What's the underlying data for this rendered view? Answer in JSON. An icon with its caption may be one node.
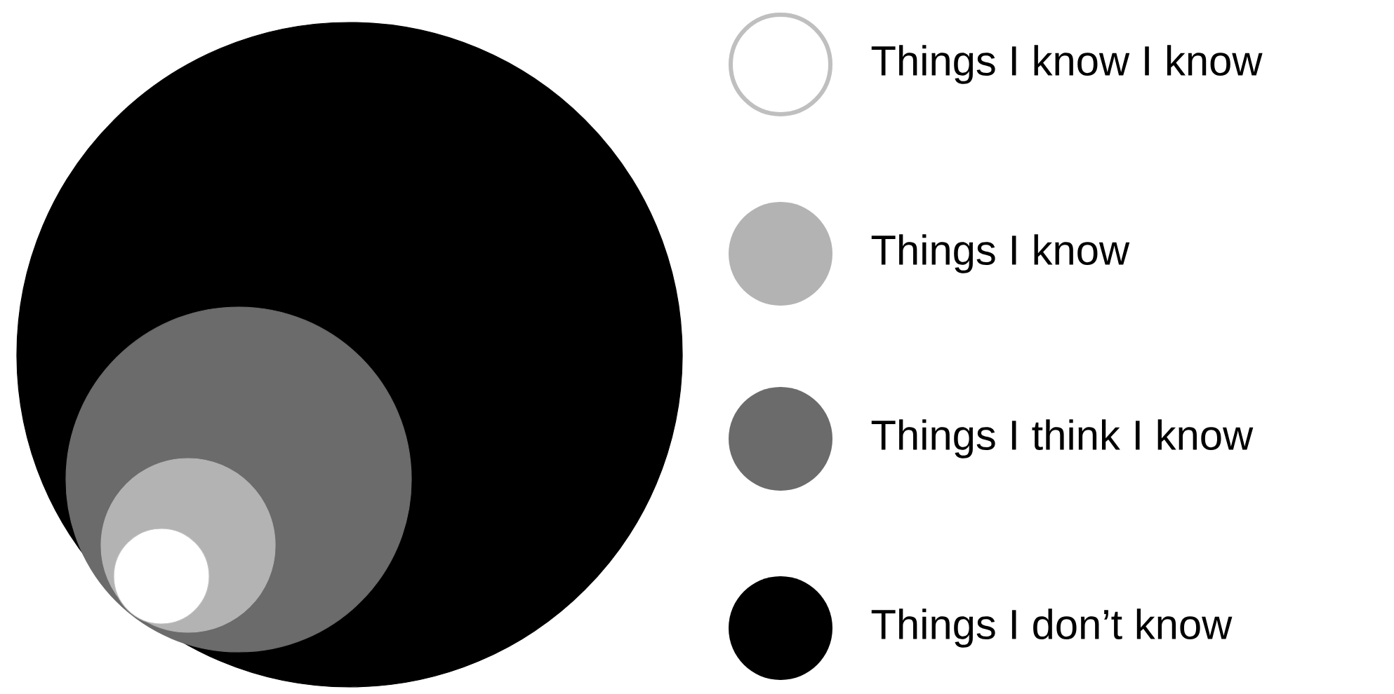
{
  "diagram": {
    "nodes": [
      {
        "text": [],
        "shape": "circle"
      },
      {
        "text": [],
        "shape": "circle",
        "in": 0
      },
      {
        "text": [],
        "shape": "circle",
        "in": 1
      },
      {
        "text": [],
        "shape": "circle",
        "in": 2
      }
    ],
    "legend": [
      {
        "text": "Things I know I know"
      },
      {
        "text": "Things I know",
        "color": "#b3b3b3"
      },
      {
        "text": "Things I think I know",
        "color": "#6b6b6b"
      },
      {
        "text": "Things I don’t know",
        "color": "#000000"
      }
    ]
  }
}
